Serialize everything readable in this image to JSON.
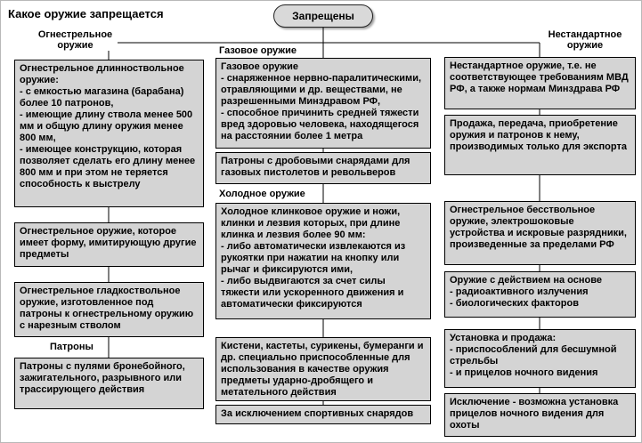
{
  "title": "Какое оружие запрещается",
  "root": {
    "label": "Запрещены"
  },
  "colors": {
    "box_fill": "#d4d4d4",
    "border": "#000000",
    "background": "#ffffff"
  },
  "firearms": {
    "header": "Огнестрельное\nоружие",
    "box1": "Огнестрельное длинноствольное оружие:\n- с емкостью магазина (барабана) более 10 патронов,\n- имеющие длину ствола менее 500 мм и общую длину оружия менее 800 мм,\n- имеющее конструкцию, которая позволяет сделать его длину менее 800 мм и при этом не теряется способность к выстрелу",
    "box2": "Огнестрельное оружие, которое имеет форму, имитирующую другие предметы",
    "box3": "Огнестрельное гладкоствольное оружие, изготовленное под патроны к огнестрельному оружию с нарезным стволом",
    "ammo_label": "Патроны",
    "box4": "Патроны с пулями бронебойного, зажигательного, разрывного или трассирующего действия"
  },
  "gas": {
    "header": "Газовое оружие",
    "box1": "Газовое оружие\n- снаряженное нервно-паралитическими, отравляющими и др. веществами, не разрешенными Минздравом РФ,\n- способное причинить средней тяжести вред здоровью человека, находящегося на расстоянии более 1 метра",
    "box2": "Патроны с дробовыми снарядами для газовых пистолетов и револьверов",
    "cold_label": "Холодное оружие",
    "box3": "Холодное клинковое оружие и ножи, клинки и лезвия которых, при длине клинка и лезвия более 90 мм:\n- либо автоматически извлекаются из рукоятки при нажатии на кнопку или рычаг и фиксируются ими,\n- либо выдвигаются за счет силы тяжести или ускоренного движения и автоматически фиксируются",
    "box4": "Кистени, кастеты, сурикены, бумеранги и др. специально приспособленные для использования в качестве оружия предметы ударно-дробящего и метательного действия",
    "box5": "За исключением спортивных снарядов"
  },
  "nonstandard": {
    "header": "Нестандартное\nоружие",
    "box1": "Нестандартное оружие, т.е. не соответствующее требованиям МВД РФ, а также нормам Минздрава РФ",
    "box2": "Продажа, передача, приобретение оружия и патронов к нему, производимых только для экспорта",
    "box3": "Огнестрельное бесствольное оружие, электрошоковые устройства и искровые разрядники, произведенные за пределами  РФ",
    "box4": "Оружие с действием на основе\n- радиоактивного излучения\n- биологических факторов",
    "box5": "Установка  и  продажа:\n- приспособлений для бесшумной стрельбы\n- и прицелов ночного видения",
    "box6": "Исключение - возможна установка прицелов ночного видения для охоты"
  }
}
